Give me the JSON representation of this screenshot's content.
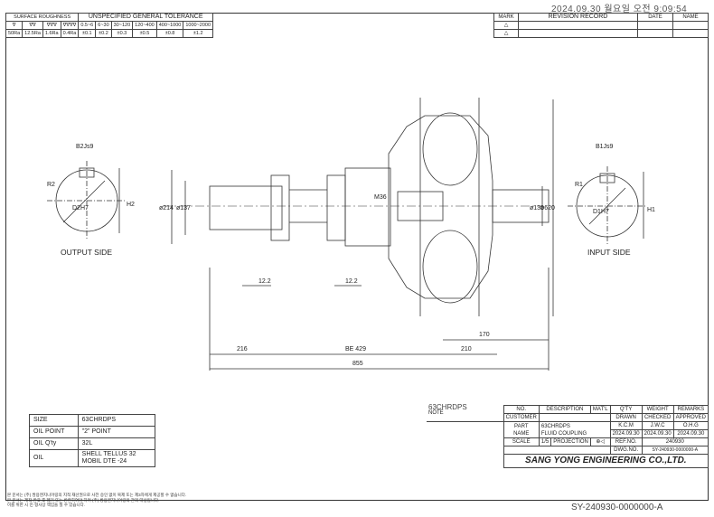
{
  "timestamp": "2024.09.30 월요일 오전 9:09:54",
  "surface_roughness": {
    "header": "SURFACE ROUGHNESS",
    "symbols": [
      "∇",
      "∇∇",
      "∇∇∇",
      "∇∇∇∇"
    ],
    "values": [
      "50Ra",
      "12.5Ra",
      "1.6Ra",
      "0.4Ra"
    ]
  },
  "tolerance": {
    "header": "UNSPECIFIED GENERAL TOLERANCE",
    "ranges": [
      "0.5~6",
      "6~30",
      "30~120",
      "120~400",
      "400~1000",
      "1000~2000"
    ],
    "values": [
      "±0.1",
      "±0.2",
      "±0.3",
      "±0.5",
      "±0.8",
      "±1.2"
    ]
  },
  "revision": {
    "mark": "MARK",
    "record": "REVISION RECORD",
    "date": "DATE",
    "name": "NAME"
  },
  "labels": {
    "output_side": "OUTPUT SIDE",
    "input_side": "INPUT SIDE",
    "b2": "B2Js9",
    "b1": "B1Js9",
    "r2": "R2",
    "r1": "R1",
    "d2": "D2H7",
    "d1": "D1H7",
    "h2": "H2",
    "h1": "H1",
    "m36": "M36",
    "phi214": "ø214",
    "phi137": "ø137",
    "phi130": "ø130",
    "phi620": "ø620",
    "d122a": "12.2",
    "d122b": "12.2",
    "d170": "170",
    "d216": "216",
    "be429": "BE 429",
    "d210": "210",
    "d855": "855",
    "model_ref": "63CHRDPS"
  },
  "spec_table": [
    {
      "key": "SIZE",
      "value": "63CHRDPS"
    },
    {
      "key": "OIL POINT",
      "value": "\"2\" POINT"
    },
    {
      "key": "OIL Q'ty",
      "value": "32L"
    },
    {
      "key": "OIL",
      "value": "SHELL TELLUS 32",
      "value2": "MOBIL DTE -24"
    }
  ],
  "title_block": {
    "h_no": "NO.",
    "h_desc": "DESCRIPTION",
    "h_mat": "MAT'L",
    "h_qty": "Q'TY",
    "h_weight": "WEIGHT",
    "h_remarks": "REMARKS",
    "note": "NOTE",
    "customer": "CUSTOMER",
    "drawn": "DRAWN",
    "checked": "CHECKED",
    "approved": "APPROVED",
    "drawn_name": "K.C.M",
    "checked_name": "J.W.C",
    "approved_name": "O.H.G",
    "date1": "2024.09.30",
    "date2": "2024.09.30",
    "date3": "2024.09.30",
    "part_label": "PART",
    "name_label": "NAME",
    "part_value": "63CHRDPS",
    "name_value": "FLUID COUPLING",
    "dwg_no_label": "DWG.NO.",
    "dwg_no_value": "SY-240930-0000000-A",
    "scale_label": "SCALE",
    "scale_value": "1/5",
    "projection_label": "PROJECTION",
    "ref_no_label": "REF.NO.",
    "ref_no_value": "240930",
    "company": "SANG YONG ENGINEERING CO.,LTD."
  },
  "footer_notes": [
    "본 문서는 (주) 쌍용엔지니어링의 지적 재산권으로 사전 승인 없이 복제 또는 제3자에게 제공할 수 없습니다.",
    "본 문서는 제작 완료 후 폐기 또는 반환하여야 하며 (주) 쌍용엔지니어링의 관리 대상입니다.",
    "이를 위반 시 민·형사상 책임을 질 수 있습니다."
  ],
  "drawing_number": "SY-240930-0000000-A"
}
